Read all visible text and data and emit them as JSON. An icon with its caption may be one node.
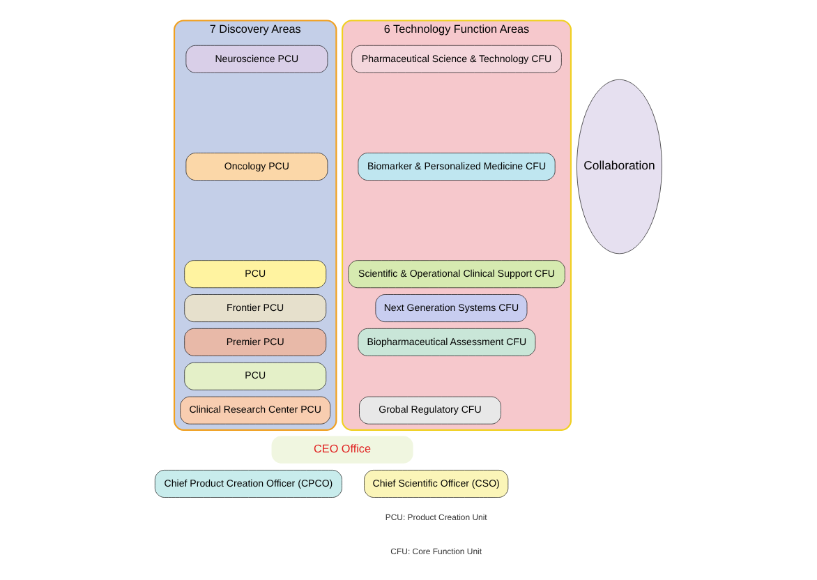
{
  "diagram": {
    "nodes": [
      {
        "text": [
          "7 Discovery Areas"
        ]
      },
      {
        "text": [
          "Neuroscience PCU"
        ],
        "in": 0
      },
      {
        "text": [
          "Oncology PCU"
        ],
        "in": 0
      },
      {
        "text": [
          "PCU"
        ],
        "in": 0
      },
      {
        "text": [
          "Frontier PCU"
        ],
        "in": 0
      },
      {
        "text": [
          "Premier PCU"
        ],
        "in": 0
      },
      {
        "text": [
          "PCU"
        ],
        "in": 0
      },
      {
        "text": [
          "Clinical Research Center PCU"
        ],
        "in": 0
      },
      {
        "text": [
          "6 Technology Function Areas"
        ]
      },
      {
        "text": [
          "Pharmaceutical Science & Technology CFU"
        ],
        "in": 8
      },
      {
        "text": [
          "Biomarker & Personalized Medicine CFU"
        ],
        "in": 8
      },
      {
        "text": [
          "Scientific & Operational Clinical Support CFU"
        ],
        "in": 8
      },
      {
        "text": [
          "Next Generation Systems CFU"
        ],
        "in": 8
      },
      {
        "text": [
          "Biopharmaceutical Assessment CFU"
        ],
        "in": 8
      },
      {
        "text": [
          "Grobal Regulatory CFU"
        ],
        "in": 8
      },
      {
        "text": [
          "Collaboration"
        ]
      },
      {
        "text": [
          "CEO Office"
        ]
      },
      {
        "text": [
          "Chief Product Creation Officer (CPCO)"
        ]
      },
      {
        "text": [
          "Chief Scientific Officer (CSO)"
        ]
      }
    ],
    "labels": [
      "PCU: Product Creation Unit",
      "CFU: Core Function Unit"
    ]
  }
}
